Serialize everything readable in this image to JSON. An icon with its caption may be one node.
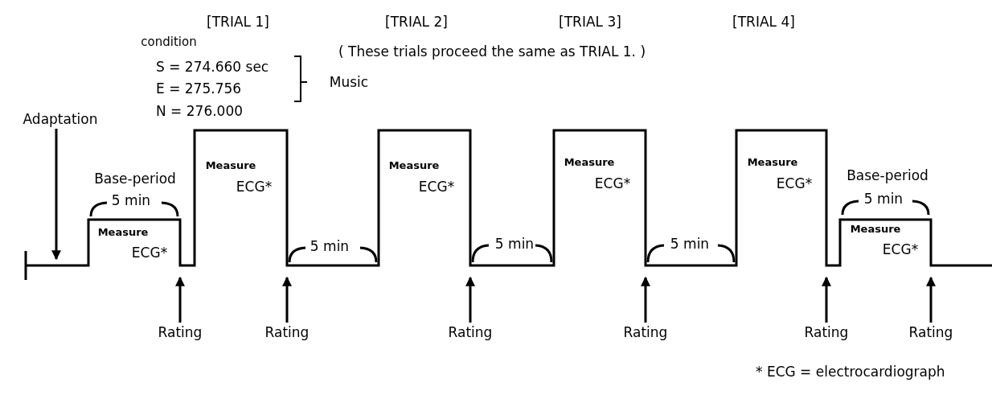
{
  "diagram": {
    "nodes": [
      {
        "text": [
          "Adaptation"
        ]
      },
      {
        "text": [
          "Rating"
        ]
      },
      {
        "text": [
          "Rating"
        ]
      },
      {
        "text": [
          "Rating"
        ]
      },
      {
        "text": [
          "Rating"
        ]
      },
      {
        "text": [
          "Rating"
        ]
      },
      {
        "text": [
          "Rating"
        ]
      },
      {
        "text": [],
        "shape": "picture"
      }
    ],
    "edges": [
      {
        "from": 0,
        "to": 7,
        "arrow": "to"
      },
      {
        "from": 1,
        "to": 7,
        "arrow": "to"
      },
      {
        "from": 2,
        "to": 7,
        "arrow": "to"
      },
      {
        "from": 3,
        "to": 7,
        "arrow": "to"
      },
      {
        "from": 4,
        "to": 7,
        "arrow": "to"
      },
      {
        "from": 5,
        "to": 7,
        "arrow": "to"
      },
      {
        "from": 6,
        "to": 7,
        "arrow": "to"
      }
    ],
    "labels": [
      "[TRIAL 1]",
      "[TRIAL 2]",
      "[TRIAL 3]",
      "[TRIAL 4]",
      "condition",
      "( These trials proceed the same as TRIAL 1. )",
      "S = 274.660 sec",
      "Music",
      "E = 275.756",
      "N = 276.000",
      "Measure",
      "Measure",
      "Measure",
      "Measure",
      "Base-period",
      "Base-period",
      "ECG*",
      "ECG*",
      "ECG*",
      "ECG*",
      "5 min",
      "5 min",
      "Measure",
      "Measure",
      "5 min",
      "5 min",
      "5 min",
      "ECG*",
      "ECG*",
      "* ECG = electrocardiograph"
    ]
  }
}
